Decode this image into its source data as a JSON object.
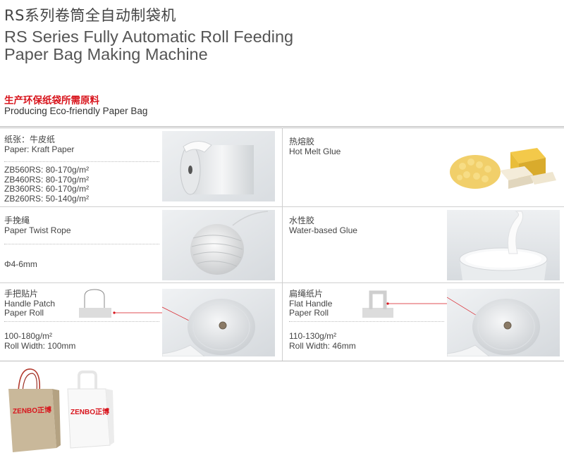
{
  "header": {
    "title_cn": "RS系列卷筒全自动制袋机",
    "title_en_line1": "RS Series Fully Automatic Roll Feeding",
    "title_en_line2": "Paper Bag Making Machine"
  },
  "section": {
    "title_cn": "生产环保纸袋所需原料",
    "title_en": "Producing Eco-friendly Paper Bag"
  },
  "materials": {
    "paper": {
      "name_cn": "纸张：牛皮纸",
      "name_en": "Paper: Kraft Paper",
      "specs": [
        "ZB560RS: 80-170g/m²",
        "ZB460RS: 80-170g/m²",
        "ZB360RS: 60-170g/m²",
        "ZB260RS: 50-140g/m²"
      ]
    },
    "hot_melt": {
      "name_cn": "热熔胶",
      "name_en": "Hot Melt Glue"
    },
    "twist_rope": {
      "name_cn": "手挽绳",
      "name_en": "Paper Twist Rope",
      "spec": "Φ4-6mm"
    },
    "water_glue": {
      "name_cn": "水性胶",
      "name_en": "Water-based Glue"
    },
    "patch_roll": {
      "name_cn": "手把贴片",
      "name_en_line1": "Handle Patch",
      "name_en_line2": "Paper Roll",
      "spec1": "100-180g/m²",
      "spec2": "Roll Width: 100mm"
    },
    "flat_roll": {
      "name_cn": "扁绳纸片",
      "name_en_line1": "Flat Handle",
      "name_en_line2": "Paper Roll",
      "spec1": "110-130g/m²",
      "spec2": "Roll Width: 46mm"
    }
  },
  "bags": {
    "brand": "ZENBO正博"
  },
  "colors": {
    "accent_red": "#d8141c",
    "kraft": "#c9b89a",
    "divider": "#cfcfcf"
  }
}
